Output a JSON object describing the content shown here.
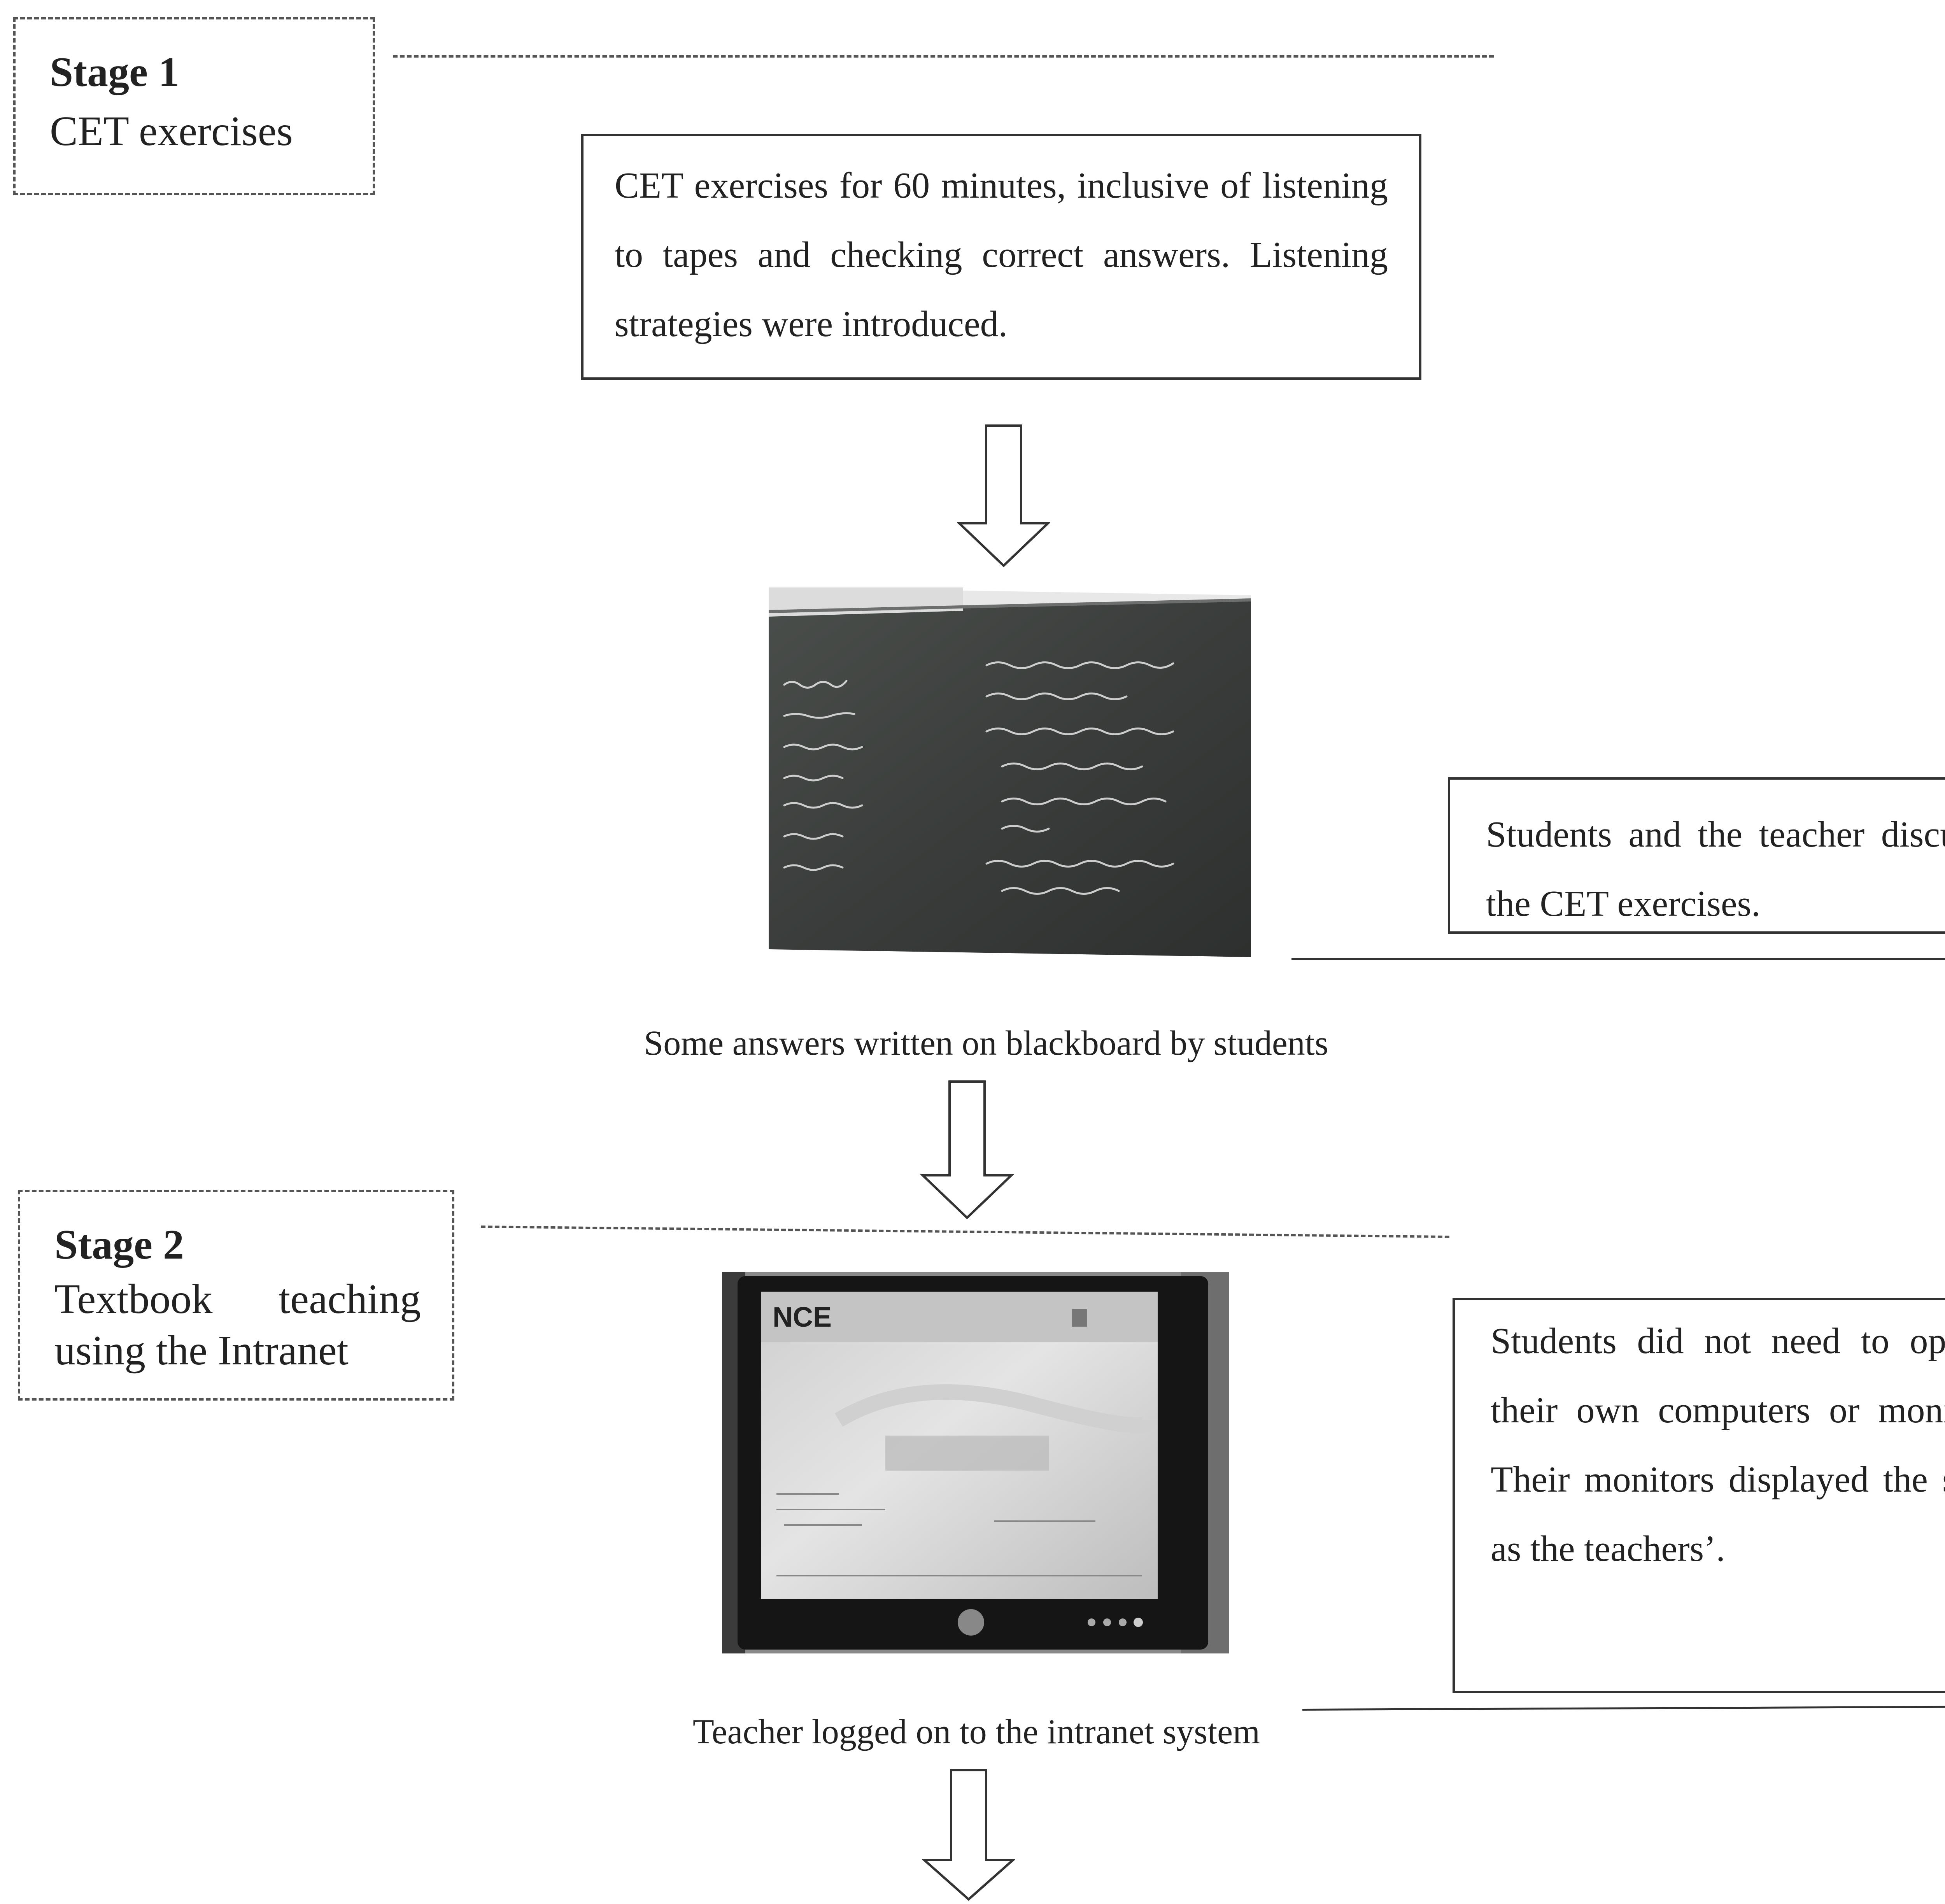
{
  "stage1": {
    "title": "Stage 1",
    "subtitle": "CET exercises"
  },
  "stage1_box": {
    "text": "CET exercises for 60 minutes, inclusive of listening to tapes and checking correct answers. Listening strategies were introduced."
  },
  "blackboard": {
    "caption": "Some answers written on blackboard by students"
  },
  "discussion_box": {
    "text": "Students and the teacher discussed the CET exercises."
  },
  "stage2": {
    "title": "Stage 2",
    "subtitle": "Textbook teaching using the Intranet"
  },
  "monitor": {
    "logo_text": "NCE",
    "caption": "Teacher logged on to the intranet system"
  },
  "monitors_box": {
    "text": "Students did not need to operate their own computers or monitors. Their monitors displayed the same as the teachers’."
  },
  "colors": {
    "blackboard": "#3a3d3b",
    "monitor_bezel": "#151515",
    "screen": "#d6d6d6",
    "line": "#333333"
  }
}
